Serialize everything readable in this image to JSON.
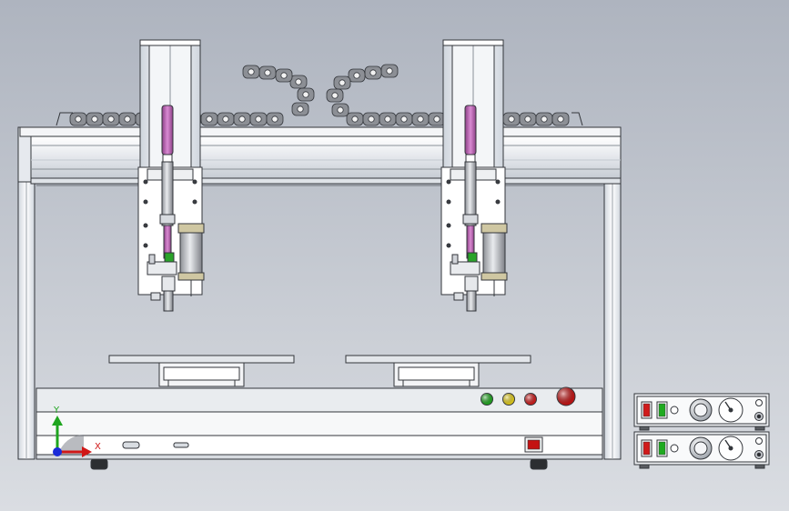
{
  "view": {
    "background_top": "#aeb4bf",
    "background_bottom": "#dadde2"
  },
  "triad": {
    "y_label": "Y",
    "x_label": "X",
    "y_color": "#1fa51f",
    "x_color": "#d01818",
    "z_color": "#1a2bd8"
  },
  "machine": {
    "dispensing_heads": 2,
    "work_tables": 2,
    "indicator_lights": [
      "#1faa1f",
      "#e8d21a",
      "#d21a1a"
    ],
    "estop_color": "#c41212",
    "syringe_color": "#c466b8",
    "needle_holder_color": "#2aa32a"
  },
  "controllers": {
    "count": 2,
    "switch_colors": [
      "#d01a1a",
      "#1faa1f"
    ]
  }
}
